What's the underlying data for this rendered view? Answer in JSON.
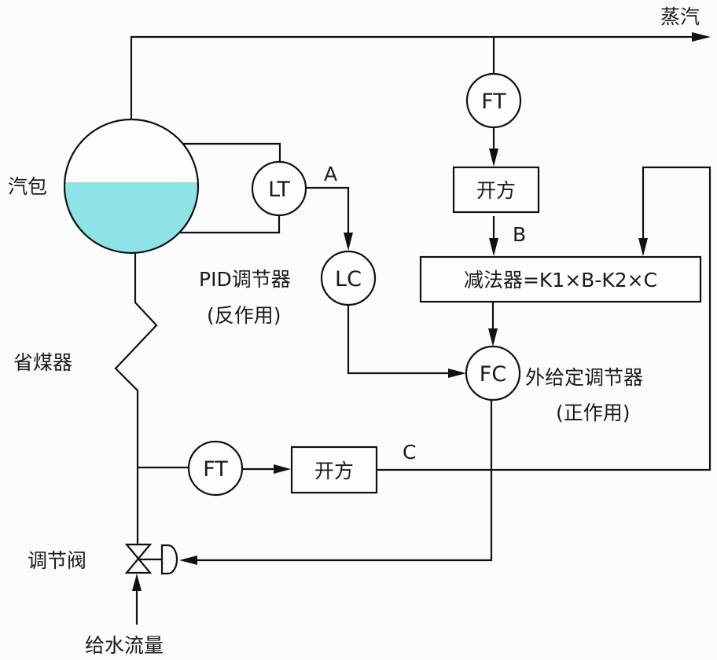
{
  "diagram": {
    "title": "汽包水位三冲量控制系统",
    "labels": {
      "steam": "蒸汽",
      "drum": "汽包",
      "economizer": "省煤器",
      "control_valve": "调节阀",
      "feedwater_flow": "给水流量",
      "pid_controller": "PID调节器",
      "pid_action": "(反作用)",
      "external_setpoint_controller": "外给定调节器",
      "fc_action": "(正作用)"
    },
    "instruments": {
      "level_transmitter": "LT",
      "level_controller": "LC",
      "steam_flow_transmitter": "FT",
      "feed_flow_transmitter": "FT",
      "flow_controller": "FC"
    },
    "blocks": {
      "sqrt_steam": "开方",
      "sqrt_feed": "开方",
      "subtractor": "减法器=K1×B-K2×C"
    },
    "signals": {
      "a": "A",
      "b": "B",
      "c": "C"
    },
    "colors": {
      "water": "#8ee3e6",
      "line": "#111111",
      "background": "#fbfcfd"
    }
  }
}
